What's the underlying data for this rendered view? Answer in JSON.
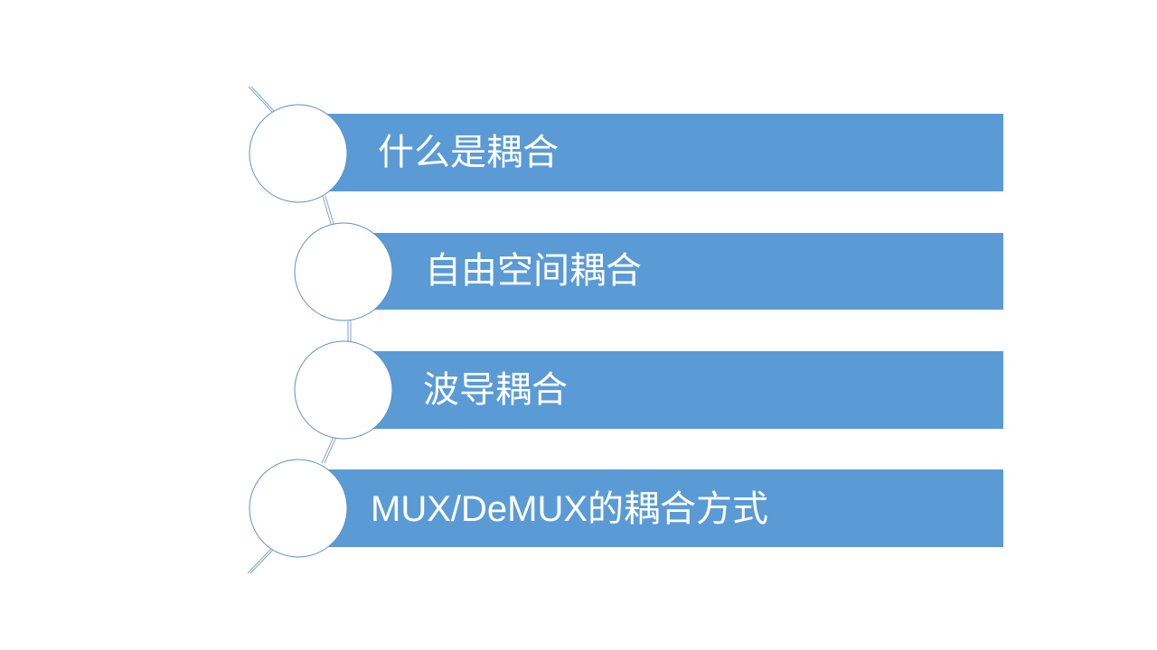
{
  "slide": {
    "items": [
      {
        "label": "什么是耦合"
      },
      {
        "label": "自由空间耦合"
      },
      {
        "label": "波导耦合"
      },
      {
        "label": "MUX/DeMUX的耦合方式"
      }
    ]
  },
  "colors": {
    "bar": "#5b9bd5",
    "circle_stroke": "#5b8fc4",
    "connector": "#7fa6cf"
  }
}
